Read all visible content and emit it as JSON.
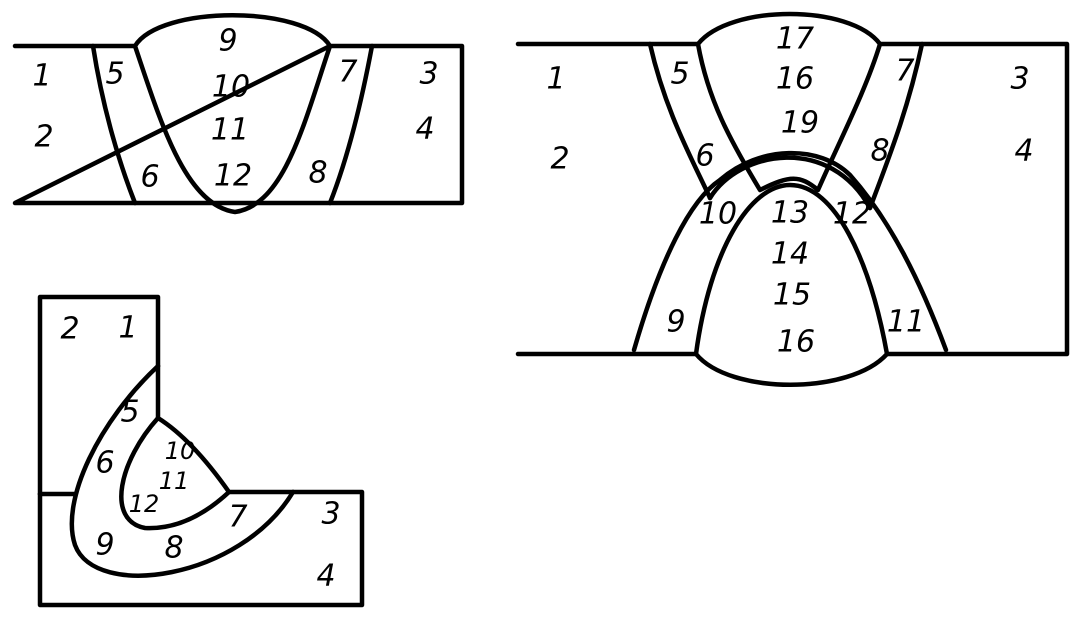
{
  "diagrams": {
    "v_groove": {
      "labels": [
        "1",
        "2",
        "5",
        "6",
        "9",
        "10",
        "11",
        "12",
        "7",
        "8",
        "3",
        "4"
      ]
    },
    "x_groove": {
      "labels": [
        "1",
        "2",
        "5",
        "6",
        "17",
        "16",
        "19",
        "7",
        "8",
        "3",
        "4",
        "10",
        "13",
        "14",
        "15",
        "16",
        "12",
        "9",
        "11"
      ]
    },
    "corner_joint": {
      "labels": [
        "2",
        "1",
        "5",
        "6",
        "10",
        "11",
        "12",
        "9",
        "8",
        "7",
        "3",
        "4"
      ]
    }
  }
}
